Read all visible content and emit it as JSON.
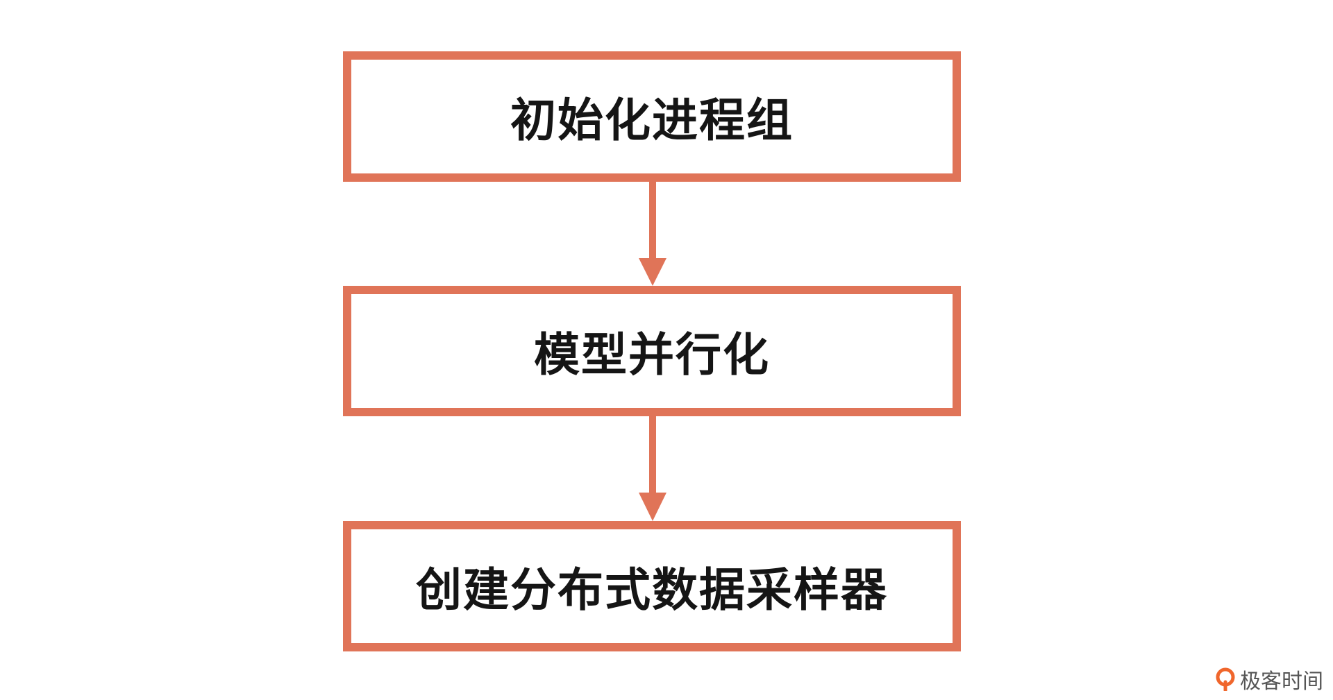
{
  "diagram": {
    "type": "flowchart",
    "direction": "top-to-bottom",
    "accent_color": "#E07458",
    "text_color": "#151515",
    "steps": [
      {
        "id": "step1",
        "label": "初始化进程组"
      },
      {
        "id": "step2",
        "label": "模型并行化"
      },
      {
        "id": "step3",
        "label": "创建分布式数据采样器"
      }
    ],
    "edges": [
      {
        "from": "step1",
        "to": "step2"
      },
      {
        "from": "step2",
        "to": "step3"
      }
    ]
  },
  "watermark": {
    "text": "极客时间",
    "icon": "geektime-logo-icon",
    "icon_color": "#F0662C"
  }
}
